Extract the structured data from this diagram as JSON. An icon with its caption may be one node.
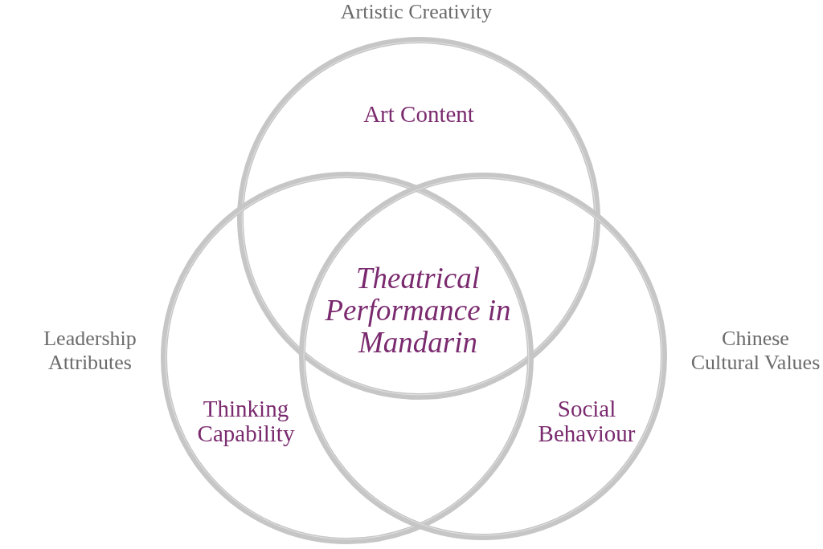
{
  "diagram": {
    "nodes": [
      {
        "text": [
          "Art Content"
        ],
        "beside": [
          "Artistic Creativity"
        ]
      },
      {
        "text": [
          "Thinking Capability"
        ],
        "beside": [
          "Leadership Attributes"
        ]
      },
      {
        "text": [
          "Social Behaviour"
        ],
        "beside": [
          "Chinese Cultural Values"
        ]
      }
    ],
    "labels": [
      "Theatrical Performance in Mandarin"
    ]
  }
}
